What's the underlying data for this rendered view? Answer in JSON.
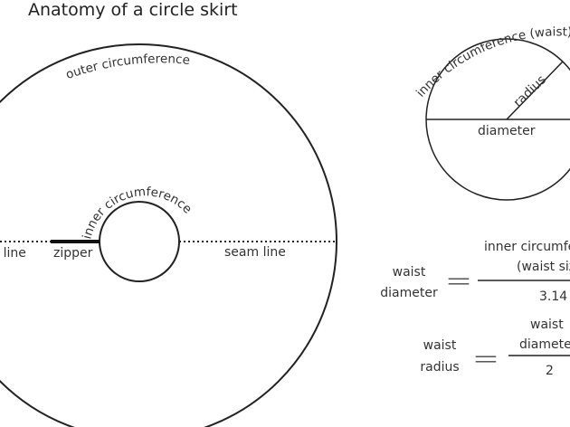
{
  "title": "Anatomy of a circle skirt",
  "skirt": {
    "outer_label": "outer circumference",
    "inner_label": "inner circumference",
    "left_seam_label": "seam line",
    "zipper_label": "zipper",
    "right_seam_label": "seam line"
  },
  "reference_circle": {
    "arc_label": "inner circumference (waist)",
    "radius_label": "radius",
    "diameter_label": "diameter"
  },
  "formulas": [
    {
      "lhs_line1": "waist",
      "lhs_line2": "diameter",
      "operator": "=",
      "num_line1": "inner circumference",
      "num_line2": "(waist size)",
      "denominator": "3.14"
    },
    {
      "lhs_line1": "waist",
      "lhs_line2": "radius",
      "operator": "=",
      "num_line1": "waist",
      "num_line2": "diameter",
      "denominator": "2"
    }
  ]
}
